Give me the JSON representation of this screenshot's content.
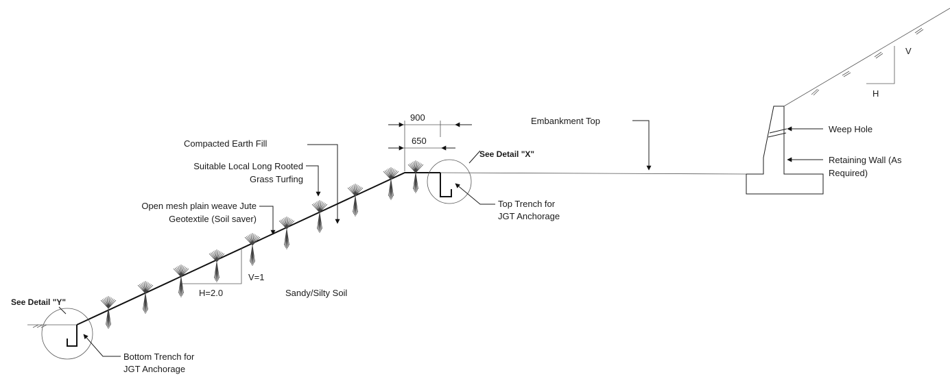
{
  "labels": {
    "dim_900": "900",
    "dim_650": "650",
    "embankment_top": "Embankment Top",
    "compacted_fill": "Compacted Earth Fill",
    "see_detail_x": "See Detail \"X\"",
    "grass_line1": "Suitable Local Long Rooted",
    "grass_line2": "Grass Turfing",
    "jute_line1": "Open mesh plain weave Jute",
    "jute_line2": "Geotextile (Soil saver)",
    "top_trench_line1": "Top Trench for",
    "top_trench_line2": "JGT Anchorage",
    "weep_hole": "Weep Hole",
    "retaining_wall_line1": "Retaining Wall (As",
    "retaining_wall_line2": "Required)",
    "slope_v": "V",
    "slope_h": "H",
    "v_eq_1": "V=1",
    "h_eq_2": "H=2.0",
    "sandy_silty": "Sandy/Silty Soil",
    "see_detail_y": "See Detail \"Y\"",
    "bottom_trench_line1": "Bottom Trench for",
    "bottom_trench_line2": "JGT Anchorage"
  }
}
